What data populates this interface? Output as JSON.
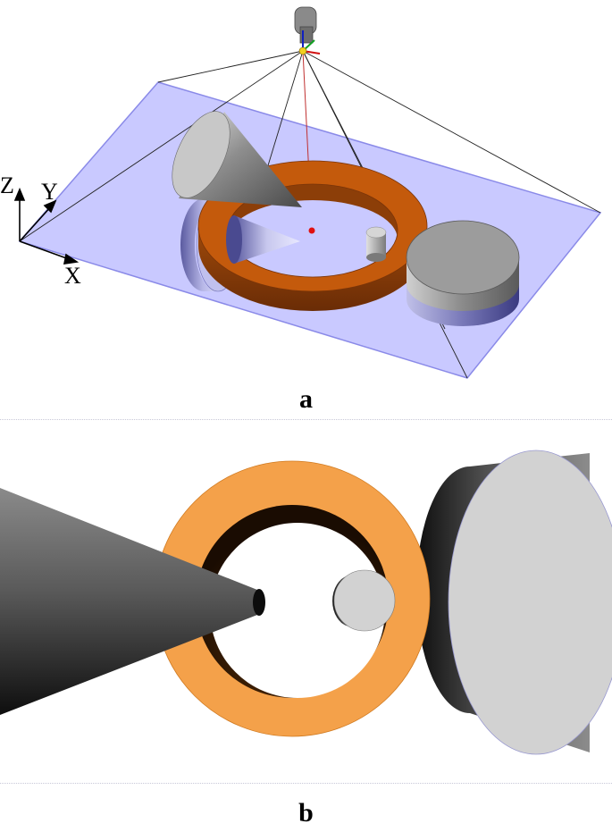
{
  "panel_a": {
    "caption": "a",
    "axes": {
      "z": "Z",
      "y": "Y",
      "x": "X"
    }
  },
  "panel_b": {
    "caption": "b"
  },
  "colors": {
    "ground_plane": "#c9c9ff",
    "ground_edge": "#8a8ae8",
    "ring": "#c45a0c",
    "ring_top_b": "#f4a14a",
    "metal_light": "#b4b4b4",
    "metal_dark": "#3a3a3a",
    "target_dot": "#e01010"
  },
  "icons": [
    "camera-icon",
    "coordinate-axes-icon"
  ]
}
